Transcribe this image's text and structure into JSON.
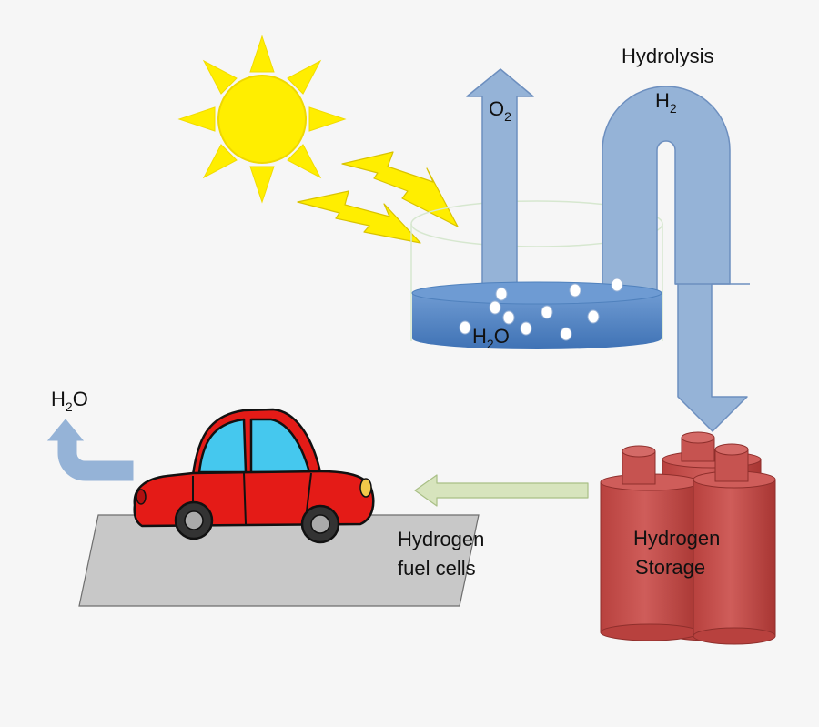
{
  "labels": {
    "process": "Hydrolysis",
    "oxygen": {
      "base": "O",
      "sub": "2"
    },
    "hydrogen": {
      "base": "H",
      "sub": "2"
    },
    "water_tank": {
      "base": "H",
      "sub": "2",
      "tail": "O"
    },
    "water_exhaust": {
      "base": "H",
      "sub": "2",
      "tail": "O"
    },
    "storage": {
      "line1": "Hydrogen",
      "line2": "Storage"
    },
    "fuel_cells": {
      "line1": "Hydrogen",
      "line2": "fuel cells"
    }
  },
  "colors": {
    "background": "#f6f6f6",
    "sun": "#ffee00",
    "arrow_blue": "#95b3d7",
    "arrow_blue_edge": "#6d8fbf",
    "water": "#4f81bd",
    "tank_red": "#c0504d",
    "car_red": "#e41b17",
    "car_glass": "#45c8ee",
    "road": "#c8c8c8",
    "fuel_arrow": "#d7e4bd"
  },
  "icons": [
    "sun-icon",
    "lightning-bolt-icon",
    "car-icon",
    "hydrogen-tank-icon",
    "bubble-icon"
  ]
}
